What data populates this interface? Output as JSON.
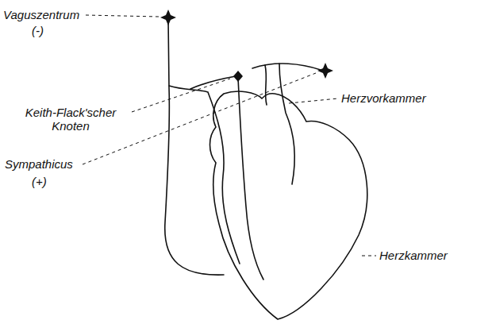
{
  "diagram": {
    "labels": [
      "Vaguszentrum",
      "(-)",
      "Keith-Flack'scher Knoten",
      "Sympathicus",
      "(+)",
      "Herzvorkammer",
      "Herzkammer"
    ]
  }
}
